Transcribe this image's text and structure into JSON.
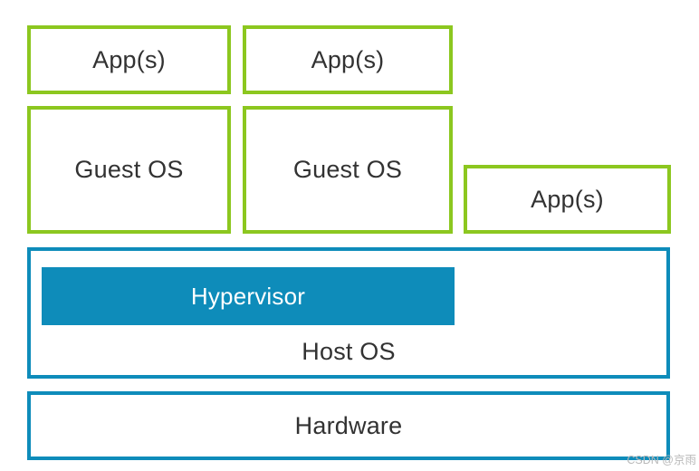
{
  "diagram": {
    "title_implicit": "Hosted (Type-2) hypervisor architecture",
    "app_top_left": "App(s)",
    "app_top_right": "App(s)",
    "guest_left": "Guest OS",
    "guest_right": "Guest OS",
    "app_native": "App(s)",
    "hypervisor": "Hypervisor",
    "host_os": "Host OS",
    "hardware": "Hardware"
  },
  "colors": {
    "guest_layer_border": "#8cc71f",
    "host_layer_border": "#0e8cba",
    "hypervisor_fill": "#0e8cba",
    "hypervisor_text": "#ffffff",
    "label_text": "#323232",
    "watermark_text": "#b9b9b9",
    "background": "#ffffff"
  },
  "watermark": {
    "label": "CSDN @京雨"
  }
}
